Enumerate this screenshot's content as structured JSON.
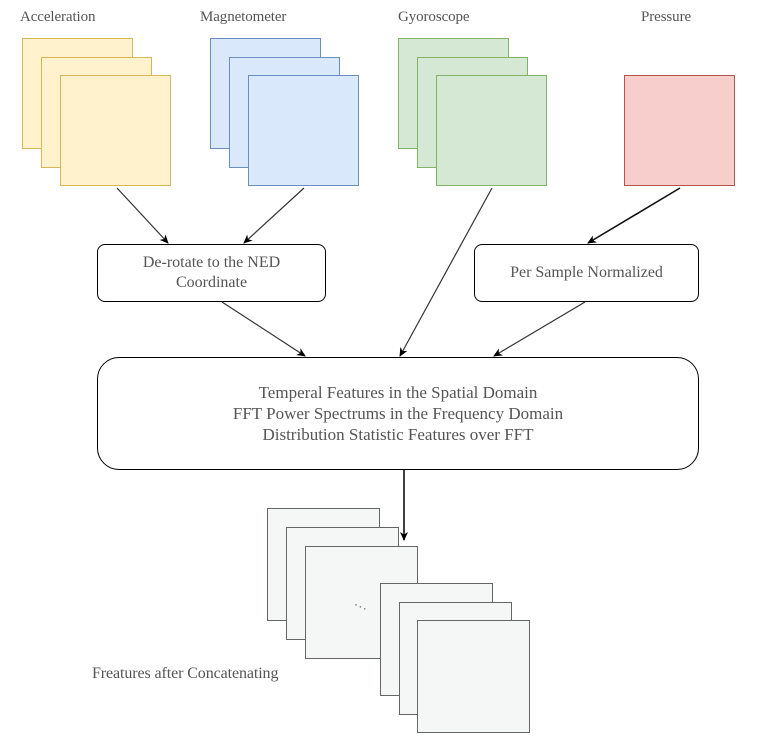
{
  "diagram": {
    "sources": [
      {
        "id": "acceleration",
        "label": "Acceleration",
        "layers": 3,
        "fill": "#fff2cc",
        "stroke": "#d6b656"
      },
      {
        "id": "magnetometer",
        "label": "Magnetometer",
        "layers": 3,
        "fill": "#dae8fc",
        "stroke": "#6c8ebf"
      },
      {
        "id": "gyroscope",
        "label": "Gyoroscope",
        "layers": 3,
        "fill": "#d5e8d4",
        "stroke": "#82b366"
      },
      {
        "id": "pressure",
        "label": "Pressure",
        "layers": 1,
        "fill": "#f8cecc",
        "stroke": "#b85450"
      }
    ],
    "processes": {
      "derotate": {
        "line1": "De-rotate to the NED",
        "line2": "Coordinate"
      },
      "normalize": {
        "line1": "Per Sample Normalized"
      },
      "feature_extraction": {
        "line1": "Temperal Features in the Spatial Domain",
        "line2": "FFT Power Spectrums in the Frequency Domain",
        "line3": "Distribution Statistic Features over FFT"
      }
    },
    "output": {
      "label": "Freatures after Concatenating",
      "ellipsis": "...",
      "fill": "#f5f6f6",
      "stroke": "#666666"
    },
    "edges": [
      {
        "from": "acceleration",
        "to": "derotate"
      },
      {
        "from": "magnetometer",
        "to": "derotate"
      },
      {
        "from": "pressure",
        "to": "normalize"
      },
      {
        "from": "derotate",
        "to": "feature_extraction"
      },
      {
        "from": "gyroscope",
        "to": "feature_extraction"
      },
      {
        "from": "normalize",
        "to": "feature_extraction"
      },
      {
        "from": "feature_extraction",
        "to": "output"
      }
    ]
  }
}
